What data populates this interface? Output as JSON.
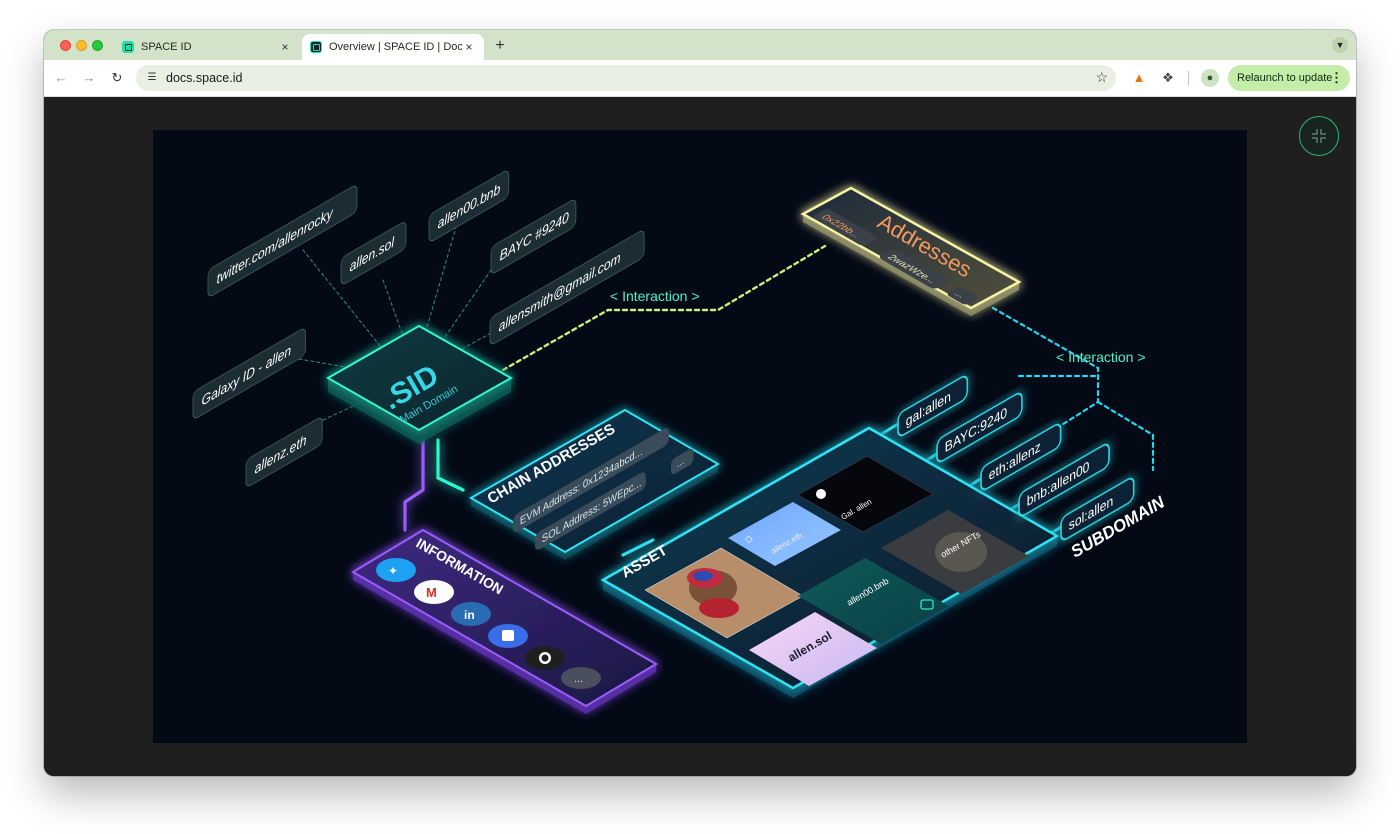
{
  "browser": {
    "tabs": [
      {
        "title": "SPACE ID",
        "active": false
      },
      {
        "title": "Overview | SPACE ID | Docs",
        "active": true
      }
    ],
    "new_tab_symbol": "+",
    "close_symbol": "×",
    "url": "docs.space.id",
    "relaunch_label": "Relaunch to update",
    "icons": {
      "back": "arrow-left-icon",
      "forward": "arrow-right-icon",
      "reload": "reload-icon",
      "site_info": "tune-icon",
      "bookmark": "star-icon",
      "extension1": "metamask-fox-icon",
      "extension2": "puzzle-icon",
      "profile": "person-icon",
      "menu": "kebab-menu-icon",
      "exit_fullscreen": "exit-fullscreen-icon"
    },
    "accent_colors": {
      "tabbar": "#d3e3c9",
      "relaunch": "#c3eda9",
      "exit_fullscreen_ring": "#2fb37d"
    }
  },
  "diagram": {
    "name_tags": [
      "twitter.com/allenrocky",
      "allen.sol",
      "allen00.bnb",
      "BAYC #9240",
      "allensmith@gmail.com",
      "Galaxy ID - allen",
      "allenz.eth"
    ],
    "main_domain": {
      "logo": ".SID",
      "subtitle": "Main Domain"
    },
    "interaction_label": "< Interaction >",
    "addresses": {
      "title": "Addresses",
      "items": [
        "0x22bb...",
        "2wazWze...",
        "..."
      ]
    },
    "chain_addresses": {
      "title": "CHAIN ADDRESSES",
      "rows": [
        "EVM Address: 0x1234abcd...",
        "SOL Address: 5WEpc..."
      ],
      "more": "..."
    },
    "information": {
      "title": "INFORMATION",
      "icons": [
        "twitter-icon",
        "gmail-icon",
        "linkedin-icon",
        "calendar-icon",
        "github-icon"
      ],
      "more": "..."
    },
    "asset": {
      "title": "ASSET",
      "tiles": [
        "allenz.eth",
        "Gal. allen",
        "other NFTs",
        "allen00.bnb",
        "allen.sol"
      ]
    },
    "subdomain": {
      "title": "SUBDOMAIN",
      "items": [
        "gal:allen",
        "BAYC:9240",
        "eth:allenz",
        "bnb:allen00",
        "sol:allen"
      ]
    },
    "colors": {
      "background": "#030a16",
      "teal": "#22f0c0",
      "cyan": "#21d6f0",
      "yellow": "#f3f2a0",
      "purple": "#8a4dff",
      "orange": "#f59b5d"
    }
  }
}
